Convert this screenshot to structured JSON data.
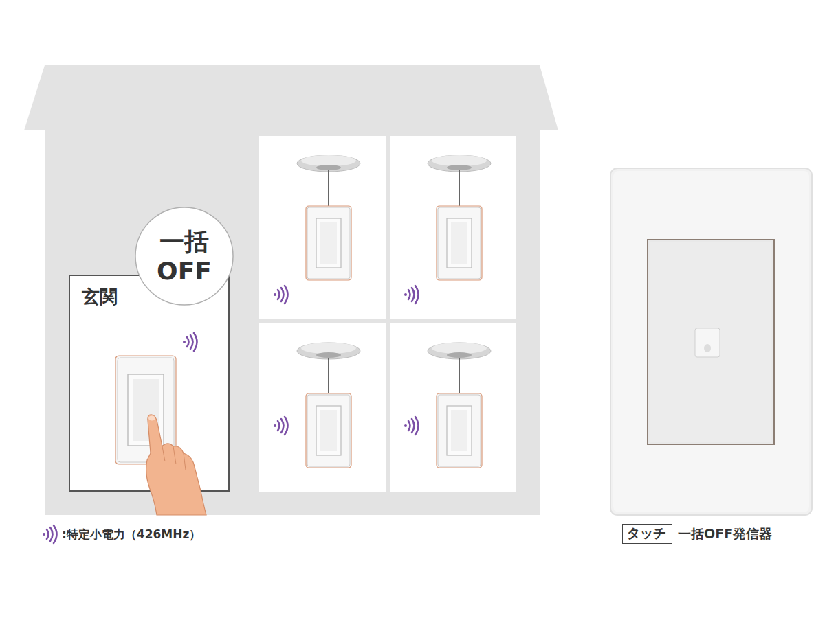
{
  "diagram": {
    "nodes": [
      {
        "text": [
          "玄関"
        ]
      },
      {
        "text": [
          "一括 OFF"
        ]
      },
      {
        "text": [
          "タッチ"
        ]
      }
    ],
    "labels": [
      "一括OFF発信器"
    ],
    "legend": [
      {
        "text": ":特定小電力（426MHz）"
      }
    ]
  }
}
